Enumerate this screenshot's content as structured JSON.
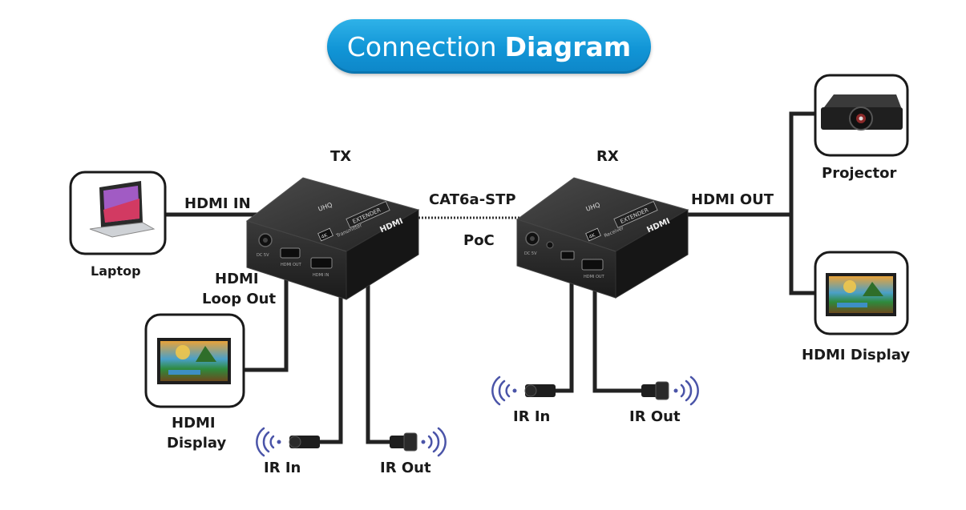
{
  "title": {
    "part1": "Connection",
    "part2": "Diagram"
  },
  "labels": {
    "tx": "TX",
    "rx": "RX",
    "hdmi_in": "HDMI IN",
    "hdmi_out": "HDMI OUT",
    "cable": "CAT6a-STP",
    "poc": "PoC",
    "laptop": "Laptop",
    "hdmi_loop_out_1": "HDMI",
    "hdmi_loop_out_2": "Loop Out",
    "hdmi_display_left_1": "HDMI",
    "hdmi_display_left_2": "Display",
    "projector": "Projector",
    "hdmi_display_right": "HDMI Display",
    "tx_ir_in": "IR In",
    "tx_ir_out": "IR Out",
    "rx_ir_in": "IR In",
    "rx_ir_out": "IR Out"
  },
  "device_text": {
    "brand": "UHQ",
    "extender": "EXTENDER",
    "model": "4K",
    "tx_sub": "Transmitter",
    "rx_sub": "Receiver",
    "hdmi_logo": "HDMI",
    "dc": "DC 5V",
    "hdmi_out_port": "HDMI OUT",
    "hdmi_in_port": "HDMI IN"
  },
  "colors": {
    "accent": "#1195d6",
    "device": "#2b2b2b",
    "cable": "#222222",
    "ir_wave": "#4a54a8"
  }
}
